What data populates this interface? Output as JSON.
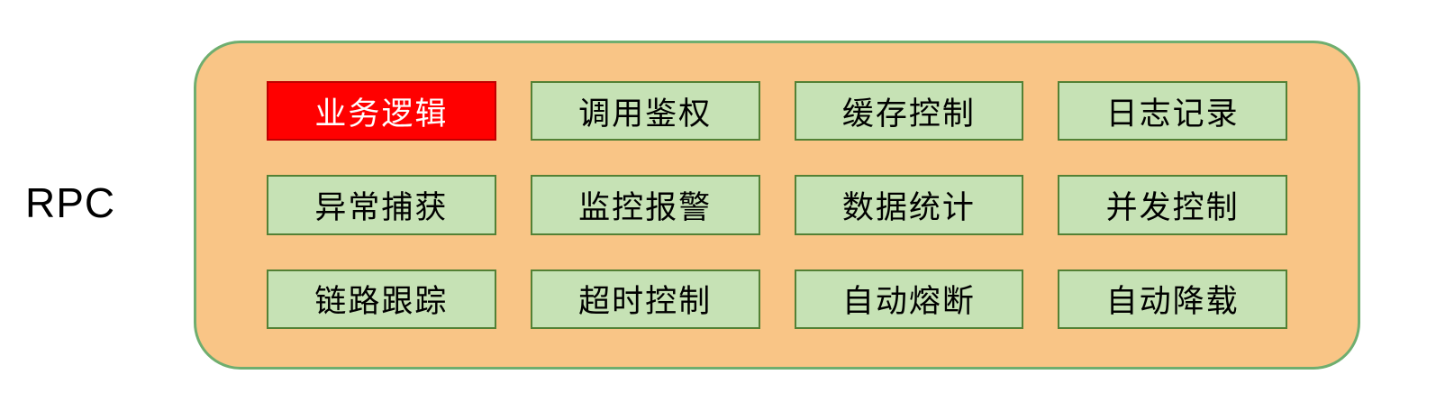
{
  "diagram": {
    "label": "RPC",
    "container": {
      "fill_color": "#f9c586",
      "border_color": "#6fae6f"
    },
    "colors": {
      "box_fill": "#c6e2b5",
      "box_border": "#538135",
      "highlight_fill": "#ff0000",
      "highlight_text": "#ffffff",
      "box_text": "#000000"
    },
    "grid": {
      "columns": 4,
      "rows": 3,
      "cells": [
        {
          "label": "业务逻辑",
          "highlight": true
        },
        {
          "label": "调用鉴权",
          "highlight": false
        },
        {
          "label": "缓存控制",
          "highlight": false
        },
        {
          "label": "日志记录",
          "highlight": false
        },
        {
          "label": "异常捕获",
          "highlight": false
        },
        {
          "label": "监控报警",
          "highlight": false
        },
        {
          "label": "数据统计",
          "highlight": false
        },
        {
          "label": "并发控制",
          "highlight": false
        },
        {
          "label": "链路跟踪",
          "highlight": false
        },
        {
          "label": "超时控制",
          "highlight": false
        },
        {
          "label": "自动熔断",
          "highlight": false
        },
        {
          "label": "自动降载",
          "highlight": false
        }
      ]
    }
  }
}
